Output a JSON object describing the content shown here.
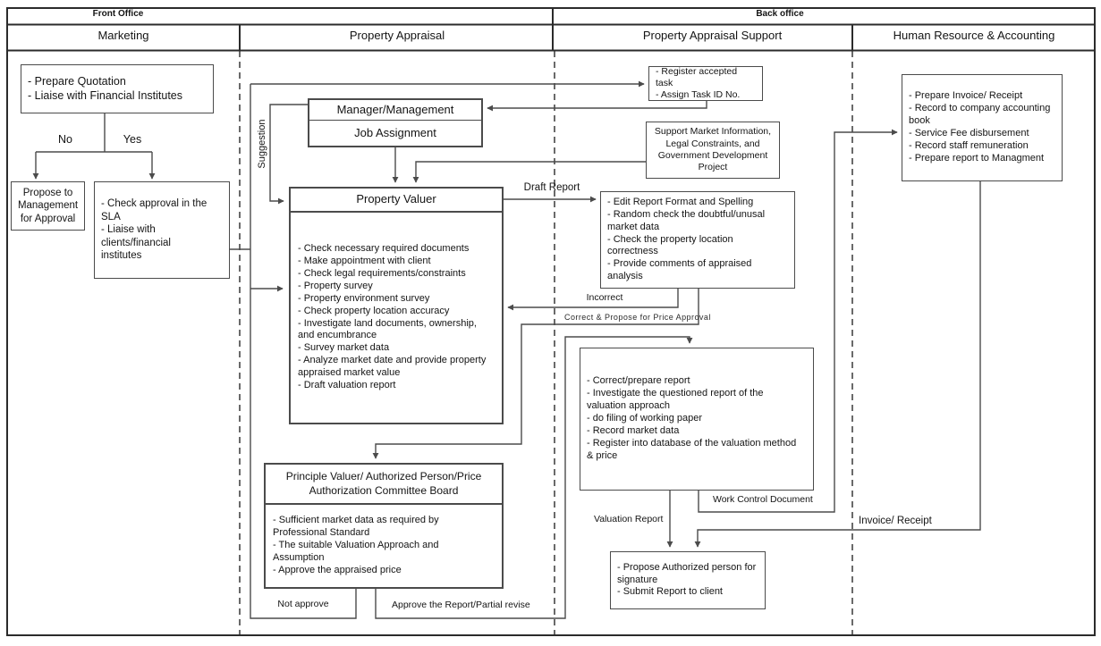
{
  "header": {
    "front_office": "Front Office",
    "back_office": "Back office",
    "lanes": {
      "marketing": "Marketing",
      "property_appraisal": "Property Appraisal",
      "property_appraisal_support": "Property Appraisal Support",
      "human_resource_accounting": "Human Resource & Accounting"
    }
  },
  "marketing": {
    "prepare_quotation": "- Prepare Quotation\n- Liaise with Financial Institutes",
    "no_label": "No",
    "yes_label": "Yes",
    "propose_management": "Propose to\nManagement\nfor Approval",
    "check_approval": "- Check approval in the\nSLA\n- Liaise with clients/financial\ninstitutes"
  },
  "property_appraisal": {
    "manager_title": "Manager/Management",
    "job_assignment": "Job Assignment",
    "suggestion_label": "Suggestion",
    "valuer_title": "Property Valuer",
    "valuer_tasks": "- Check necessary required documents\n- Make appointment with client\n- Check legal requirements/constraints\n- Property survey\n- Property environment survey\n- Check property location accuracy\n- Investigate land documents, ownership,\nand encumbrance\n- Survey market data\n- Analyze market date and provide property\nappraised market value\n- Draft valuation report",
    "draft_report_label": "Draft Report",
    "principle_title": "Principle Valuer/ Authorized Person/Price\nAuthorization Committee Board",
    "principle_tasks": "- Sufficient market data as required by\nProfessional Standard\n- The suitable Valuation Approach and\nAssumption\n- Approve  the appraised price",
    "not_approve_label": "Not approve",
    "approve_label": "Approve the Report/Partial revise"
  },
  "support": {
    "register_task": "- Register accepted task\n- Assign Task ID No.",
    "market_info": "Support Market Information,\nLegal Constraints, and\nGovernment Development\nProject",
    "edit_report": "- Edit Report Format and Spelling\n- Random check the doubtful/unusal\nmarket data\n- Check the property location\ncorrectness\n- Provide comments of appraised\nanalysis",
    "incorrect_label": "Incorrect",
    "correct_label": "Correct & Propose for Price Approval",
    "correct_report": "- Correct/prepare report\n- Investigate the questioned report of the\nvaluation approach\n- do filing of working paper\n- Record market data\n- Register into database of the valuation method\n& price",
    "work_control_label": "Work Control Document",
    "valuation_report_label": "Valuation Report",
    "propose_signature": "- Propose Authorized person for\nsignature\n- Submit Report to client"
  },
  "hr": {
    "tasks": "- Prepare Invoice/ Receipt\n- Record to company accounting\nbook\n- Service Fee disbursement\n- Record staff remuneration\n- Prepare report to Managment",
    "invoice_label": "Invoice/ Receipt"
  }
}
